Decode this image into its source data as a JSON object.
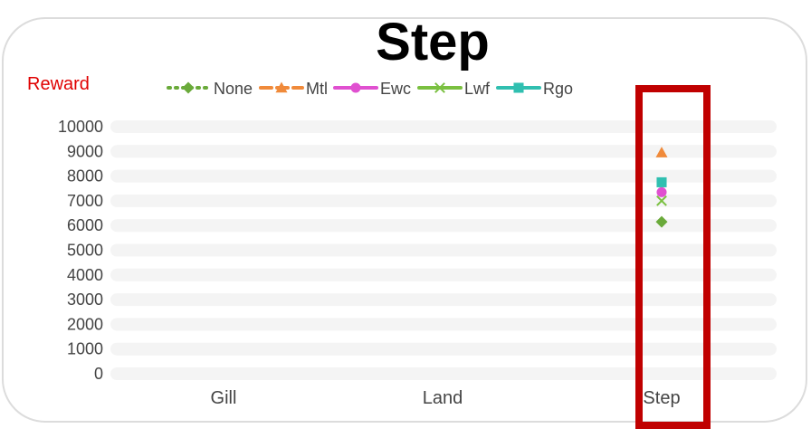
{
  "chart_data": {
    "type": "scatter",
    "title": "Step",
    "ylabel": "Reward",
    "categories": [
      "Gill",
      "Land",
      "Step"
    ],
    "ylim": [
      0,
      10000
    ],
    "yticks": [
      0,
      1000,
      2000,
      3000,
      4000,
      5000,
      6000,
      7000,
      8000,
      9000,
      10000
    ],
    "legend_position": "top",
    "highlight_category": "Step",
    "highlight_color": "#c00000",
    "series": [
      {
        "name": "None",
        "color": "#6aaa3a",
        "marker": "diamond",
        "line": "dotted",
        "values": [
          null,
          null,
          6150
        ]
      },
      {
        "name": "Mtl",
        "color": "#f08a3a",
        "marker": "triangle",
        "line": "dashed",
        "values": [
          null,
          null,
          8950
        ]
      },
      {
        "name": "Ewc",
        "color": "#e050d0",
        "marker": "circle",
        "line": "solid",
        "values": [
          null,
          null,
          7350
        ]
      },
      {
        "name": "Lwf",
        "color": "#7ac040",
        "marker": "x",
        "line": "solid",
        "values": [
          null,
          null,
          7000
        ]
      },
      {
        "name": "Rgo",
        "color": "#30bfb0",
        "marker": "square",
        "line": "solid",
        "values": [
          null,
          null,
          7750
        ]
      }
    ]
  }
}
